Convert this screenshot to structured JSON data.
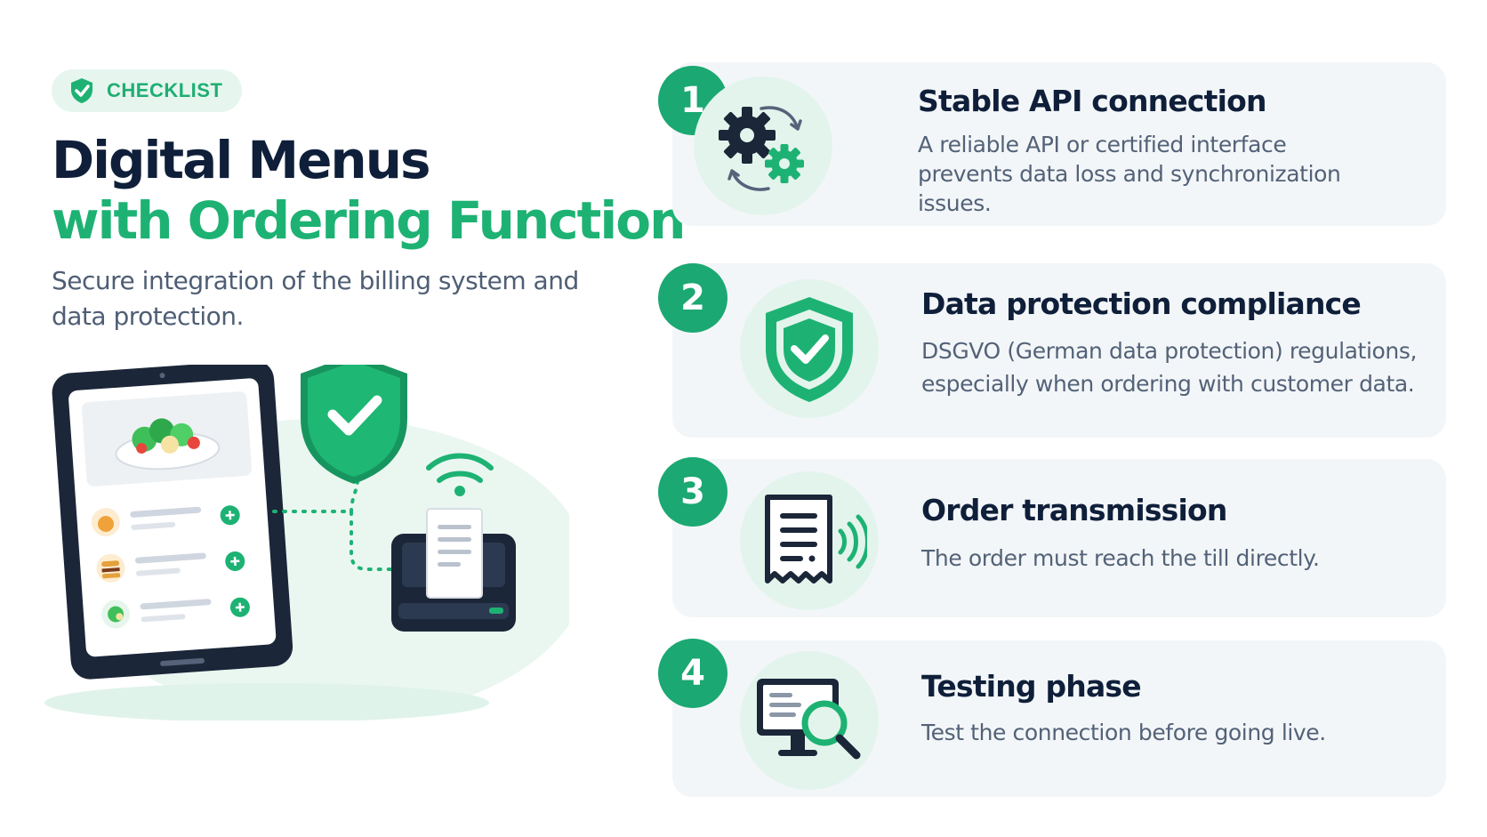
{
  "badge": {
    "label": "CHECKLIST",
    "icon": "check-shield-icon"
  },
  "title": {
    "line1": "Digital Menus",
    "line2": "with Ordering Function"
  },
  "subtitle": "Secure integration of the billing system and data protection.",
  "colors": {
    "accent": "#1db273",
    "navy": "#0f1f3a",
    "card_bg": "#f3f6f8",
    "icon_bg": "#e3f4ec"
  },
  "steps": [
    {
      "number": "1",
      "title": "Stable API connection",
      "description": "A reliable API or certified interface prevents data loss and synchronization issues.",
      "icon": "gears-sync-icon"
    },
    {
      "number": "2",
      "title": "Data protection compliance",
      "description": "DSGVO (German data protection) regulations, especially when ordering with customer data.",
      "icon": "shield-check-icon"
    },
    {
      "number": "3",
      "title": "Order transmission",
      "description": "The order must reach the till directly.",
      "icon": "receipt-transmit-icon"
    },
    {
      "number": "4",
      "title": "Testing phase",
      "description": "Test the connection before going live.",
      "icon": "monitor-search-icon"
    }
  ]
}
